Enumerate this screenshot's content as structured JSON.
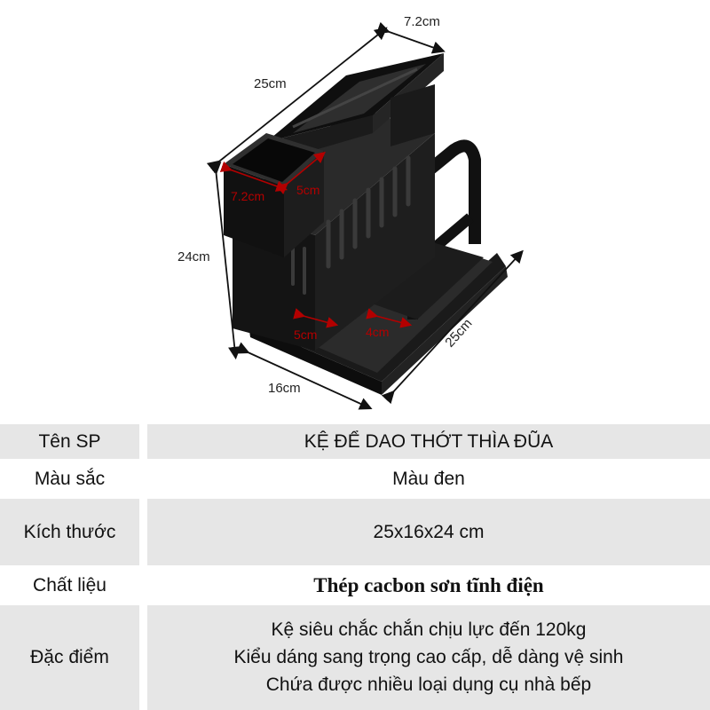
{
  "dimensions": {
    "top_depth": "7.2cm",
    "top_length": "25cm",
    "cup_width": "7.2cm",
    "cup_depth": "5cm",
    "height": "24cm",
    "slot_left": "5cm",
    "slot_right": "4cm",
    "base_length": "25cm",
    "base_width": "16cm"
  },
  "specs": {
    "name": {
      "label": "Tên SP",
      "value": "KỆ ĐỂ DAO THỚT THÌA ĐŨA"
    },
    "color": {
      "label": "Màu sắc",
      "value": "Màu đen"
    },
    "size": {
      "label": "Kích thước",
      "value": "25x16x24 cm"
    },
    "material": {
      "label": "Chất liệu",
      "value": "Thép cacbon sơn tĩnh điện"
    },
    "features": {
      "label": "Đặc điểm",
      "lines": [
        "Kệ siêu chắc chắn chịu lực đến 120kg",
        "Kiểu dáng sang trọng cao cấp, dễ dàng vệ sinh",
        "Chứa được nhiều loại dụng cụ nhà bếp"
      ]
    }
  }
}
